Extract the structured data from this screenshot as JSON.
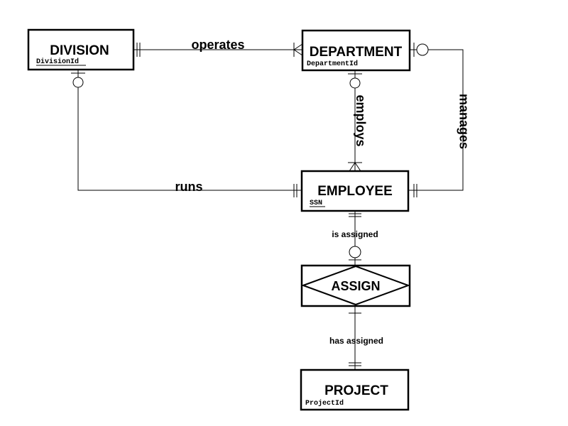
{
  "entities": {
    "division": {
      "name": "DIVISION",
      "key": "DivisionId"
    },
    "department": {
      "name": "DEPARTMENT",
      "key": "DepartmentId"
    },
    "employee": {
      "name": "EMPLOYEE",
      "key": "SSN"
    },
    "project": {
      "name": "PROJECT",
      "key": "ProjectId"
    },
    "assign": {
      "name": "ASSIGN"
    }
  },
  "relationships": {
    "operates": "operates",
    "employs": "employs",
    "manages": "manages",
    "runs": "runs",
    "is_assigned": "is assigned",
    "has_assigned": "has assigned"
  }
}
